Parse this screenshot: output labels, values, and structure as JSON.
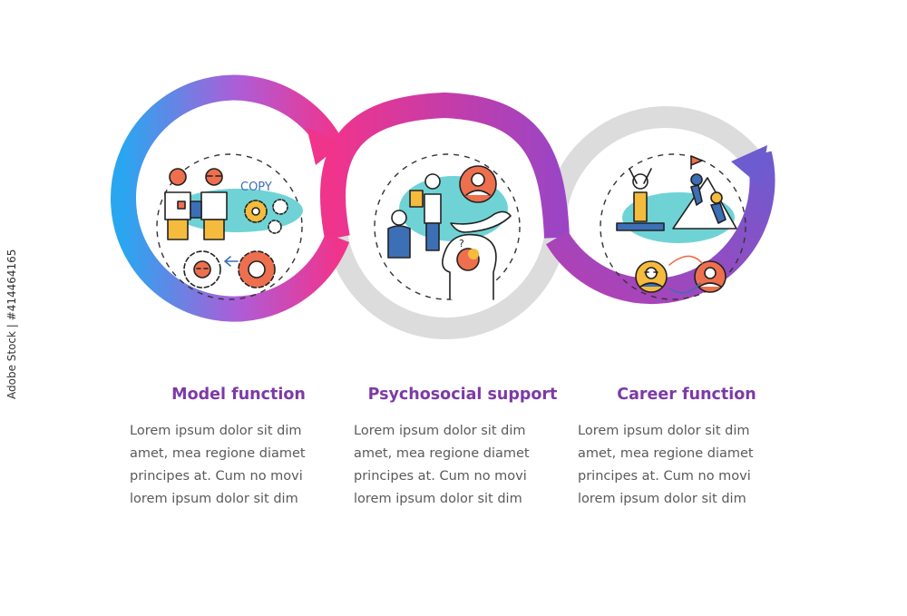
{
  "colors": {
    "heading": "#7d3aa6",
    "body": "#5a5a5a",
    "ring_grey": "#d9d9d9",
    "gradient_blue": "#2aa6f0",
    "gradient_pink": "#f0348c",
    "gradient_purple": "#7a55c8",
    "icon_teal": "#6fd3d6",
    "icon_orange": "#ee6f4e",
    "icon_yellow": "#f4bb3c",
    "icon_blue": "#3d6fb6"
  },
  "steps": [
    {
      "title": "Model function",
      "text": "Lorem ipsum dolor sit dim\namet, mea regione diamet\nprincipes at. Cum no movi\nlorem ipsum dolor sit dim",
      "icon": "role-model-copy-icon",
      "icon_label": "COPY"
    },
    {
      "title": "Psychosocial support",
      "text": "Lorem ipsum dolor sit dim\namet, mea regione diamet\nprincipes at. Cum no movi\nlorem ipsum dolor sit dim",
      "icon": "psychosocial-support-icon"
    },
    {
      "title": "Career function",
      "text": "Lorem ipsum dolor sit dim\namet, mea regione diamet\nprincipes at. Cum no movi\nlorem ipsum dolor sit dim",
      "icon": "career-growth-icon"
    }
  ],
  "watermark": "Adobe Stock | #414464165"
}
